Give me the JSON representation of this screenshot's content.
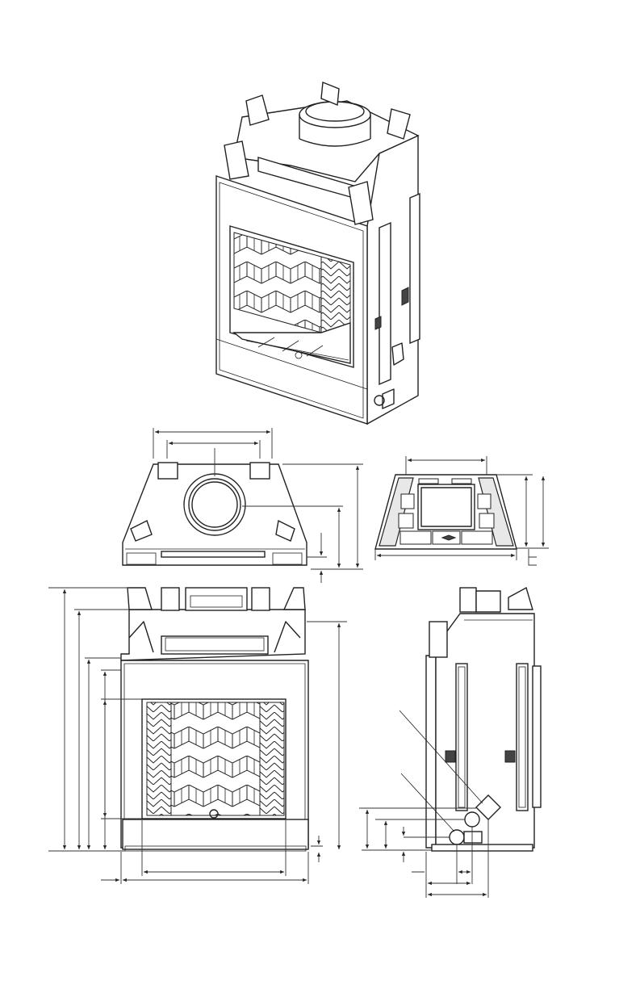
{
  "figure": {
    "views": [
      {
        "id": "isometric",
        "label": ""
      },
      {
        "id": "top",
        "label": ""
      },
      {
        "id": "refractory-plan",
        "label": ""
      },
      {
        "id": "front",
        "label": ""
      },
      {
        "id": "side",
        "label": ""
      }
    ],
    "dimension_labels": []
  }
}
